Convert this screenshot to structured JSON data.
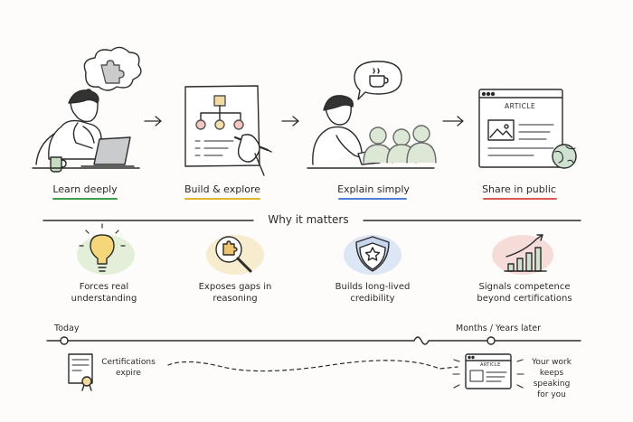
{
  "steps": [
    {
      "label": "Learn deeply",
      "color": "#3f9d4f"
    },
    {
      "label": "Build & explore",
      "color": "#e0b430"
    },
    {
      "label": "Explain simply",
      "color": "#4f7fd6"
    },
    {
      "label": "Share in public",
      "color": "#d85a50"
    }
  ],
  "article_tag": "ARTICLE",
  "section_title": "Why it matters",
  "reasons": [
    {
      "label": "Forces real understanding",
      "icon": "lightbulb-icon",
      "bg": "#e3efd9"
    },
    {
      "label": "Exposes gaps in reasoning",
      "icon": "magnifier-puzzle-icon",
      "bg": "#f7eccd"
    },
    {
      "label": "Builds long-lived credibility",
      "icon": "shield-star-icon",
      "bg": "#dde6f4"
    },
    {
      "label": "Signals competence beyond certifications",
      "icon": "growth-chart-icon",
      "bg": "#f6dcd8"
    }
  ],
  "timeline": {
    "start_label": "Today",
    "end_label": "Months / Years later",
    "left_note": "Certifications expire",
    "right_note": "Your work keeps speaking for you",
    "small_article_tag": "ARTICLE"
  }
}
